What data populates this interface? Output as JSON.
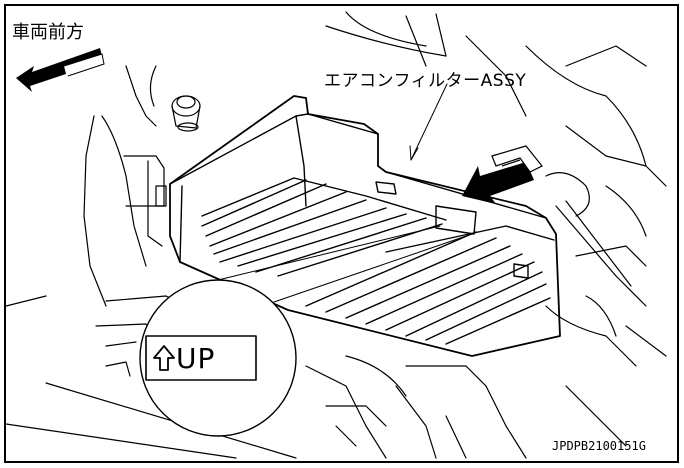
{
  "labels": {
    "direction": "車両前方",
    "part": "エアコンフィルターASSY",
    "up_mark": "UP",
    "code": "JPDPB2100151G"
  },
  "colors": {
    "line": "#000000",
    "background": "#ffffff"
  },
  "icons": {
    "up_arrow": "up-arrow-icon",
    "front_arrow": "front-direction-arrow-icon",
    "insert_arrow": "insert-direction-arrow-icon"
  }
}
